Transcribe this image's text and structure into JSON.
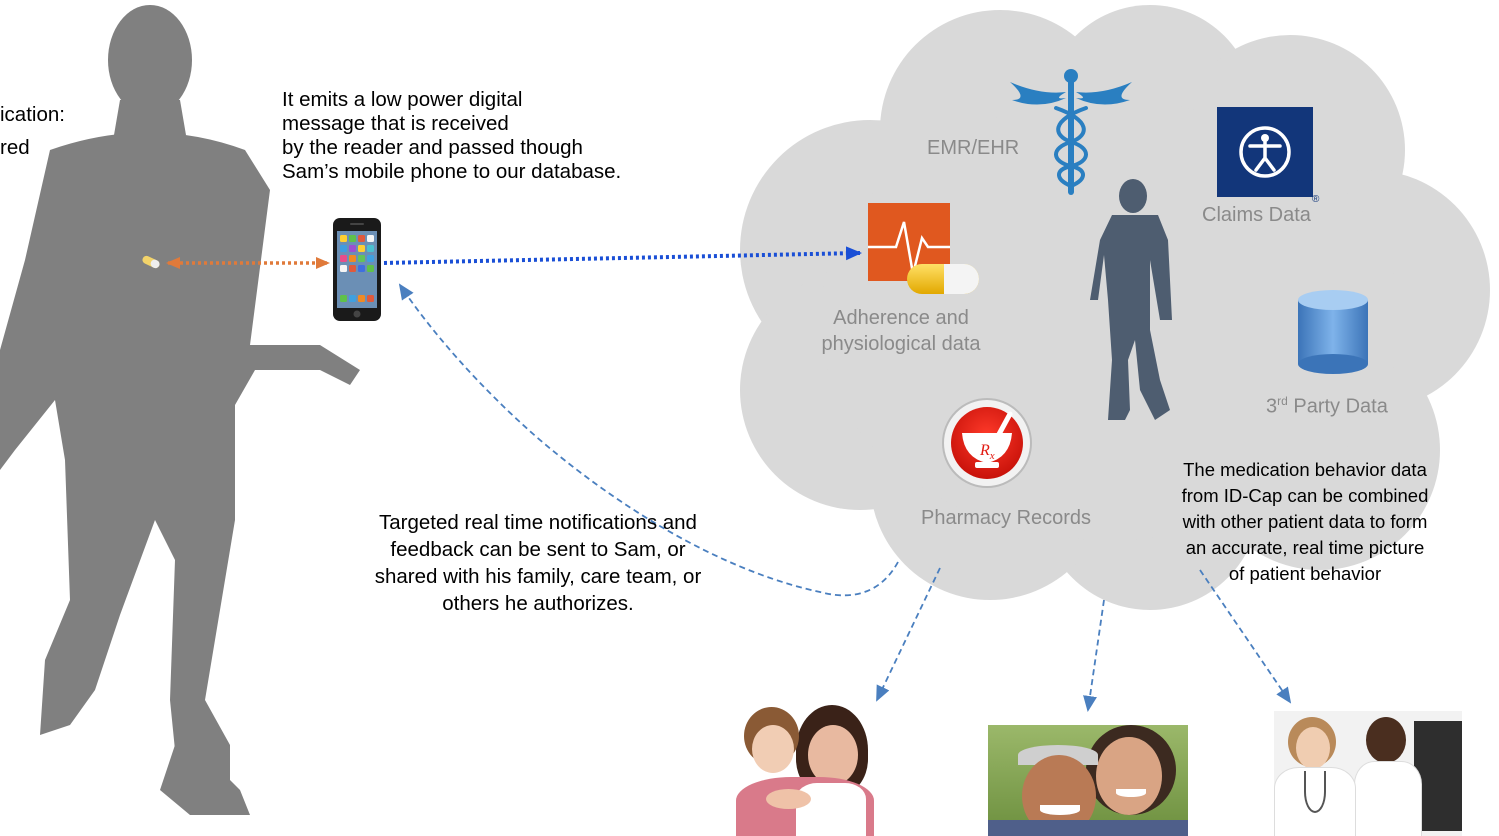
{
  "left_cutoff_text": [
    "ication:",
    "red"
  ],
  "emit_message": [
    "It emits a low power digital",
    "message that is received",
    "by the reader and passed though",
    "Sam’s mobile phone to our database."
  ],
  "notifications_text": [
    "Targeted real time notifications and",
    "feedback can be sent to Sam, or",
    "shared with his family, care team, or",
    "others he authorizes."
  ],
  "combined_text": [
    "The medication behavior data",
    "from ID-Cap can be combined",
    "with other patient data to form",
    "an accurate, real time picture",
    "of patient behavior"
  ],
  "cloud_labels": {
    "emr": "EMR/EHR",
    "claims": "Claims Data",
    "claims_mark": "®",
    "adherence": [
      "Adherence and",
      "physiological data"
    ],
    "third_party_prefix": "3",
    "third_party_sup": "rd",
    "third_party_suffix": " Party Data",
    "pharmacy": "Pharmacy Records",
    "rx_symbol": "R",
    "rx_sub": "x"
  },
  "colors": {
    "cloud_fill": "#d9d9d9",
    "silhouette": "#808080",
    "cloud_person": "#4e5d70",
    "ekg_orange": "#e0581f",
    "pill_yellow": "#f3c400",
    "caduceus_blue": "#2a7fc1",
    "cross_navy": "#12367a",
    "db_blue": "#4f8fd4",
    "rx_red": "#e21b12",
    "arrow_blue": "#1a4fd6",
    "arrow_orange": "#e07a3a",
    "dashed_blue": "#4a7fbf"
  },
  "icons": [
    "person-silhouette",
    "pill-capsule-icon",
    "smartphone-icon",
    "caduceus-icon",
    "blue-cross-icon",
    "ekg-pill-icon",
    "database-icon",
    "rx-mortar-icon",
    "family-photo",
    "couple-photo",
    "doctors-photo"
  ]
}
